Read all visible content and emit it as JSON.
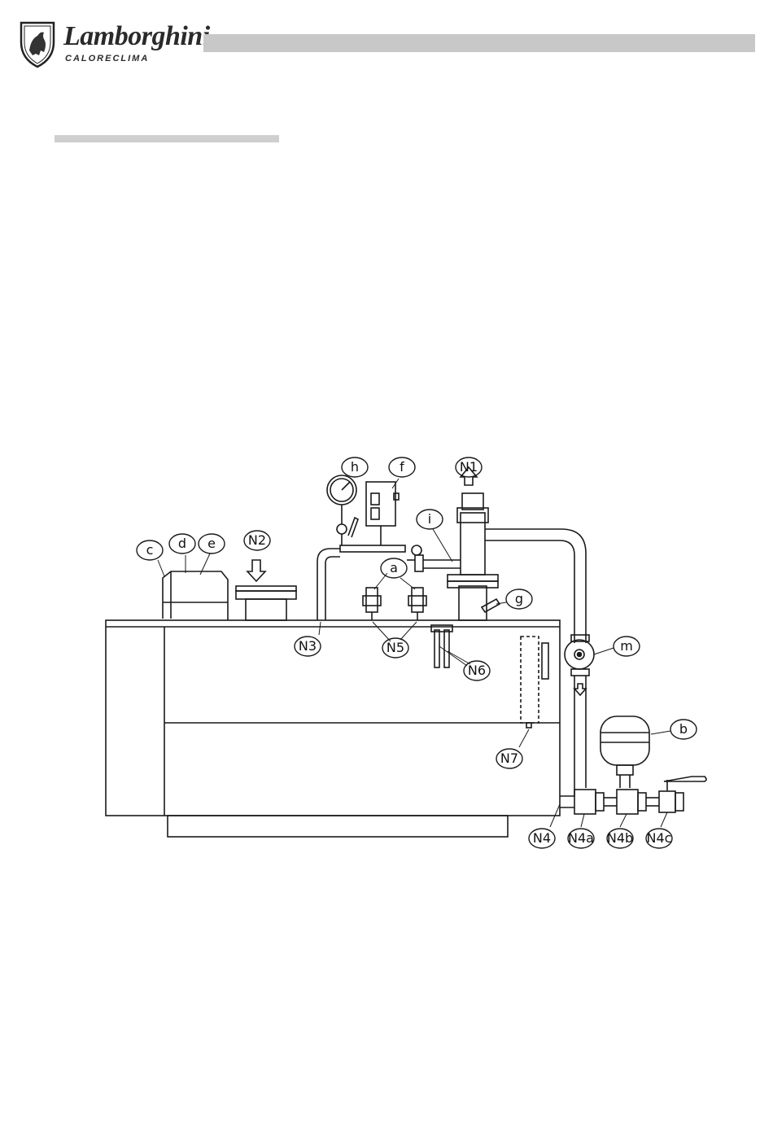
{
  "header": {
    "brand_name": "Lamborghini",
    "brand_sub": "CALORECLIMA",
    "logo_icon": "bull-shield-icon"
  },
  "colors": {
    "header_bar": "#c8c8c8",
    "line": "#1a1a1a"
  },
  "diagram": {
    "labels": {
      "h": "h",
      "f": "f",
      "N1": "N1",
      "i": "i",
      "N2": "N2",
      "c": "c",
      "d": "d",
      "e": "e",
      "a": "a",
      "g": "g",
      "N3": "N3",
      "N5": "N5",
      "N6": "N6",
      "m": "m",
      "b": "b",
      "N7": "N7",
      "N4": "N4",
      "N4a": "N4a",
      "N4b": "N4b",
      "N4c": "N4c"
    }
  }
}
